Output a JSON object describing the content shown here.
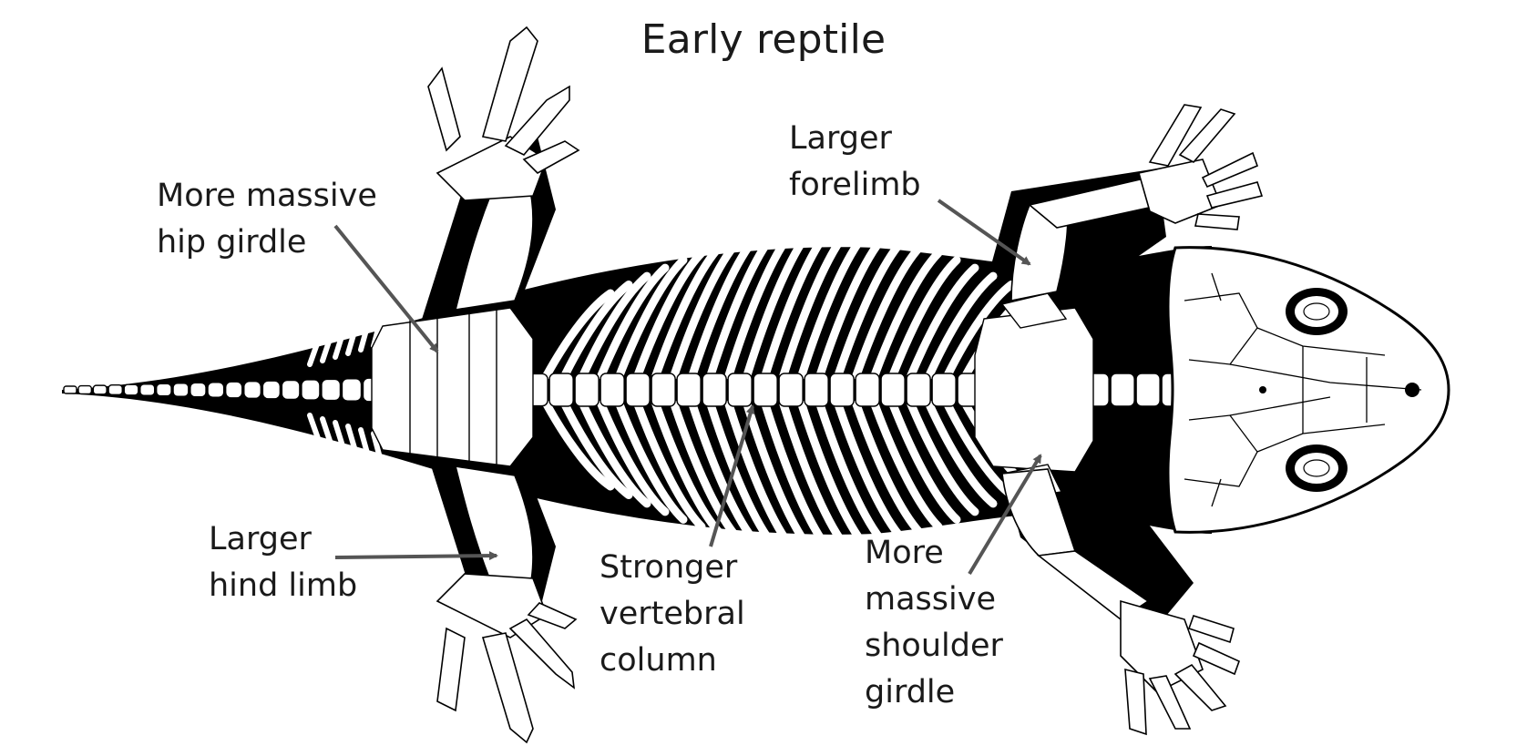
{
  "diagram": {
    "title": "Early reptile",
    "colors": {
      "bone": "#ffffff",
      "body": "#000000",
      "arrow": "#555555",
      "text": "#1a1a1a"
    },
    "labels": {
      "hip_girdle": {
        "line1": "More massive",
        "line2": "hip girdle"
      },
      "forelimb": {
        "line1": "Larger",
        "line2": "forelimb"
      },
      "hind_limb": {
        "line1": "Larger",
        "line2": "hind limb"
      },
      "vertebral_column": {
        "line1": "Stronger",
        "line2": "vertebral",
        "line3": "column"
      },
      "shoulder_girdle": {
        "line1": "More",
        "line2": "massive",
        "line3": "shoulder",
        "line4": "girdle"
      }
    }
  }
}
